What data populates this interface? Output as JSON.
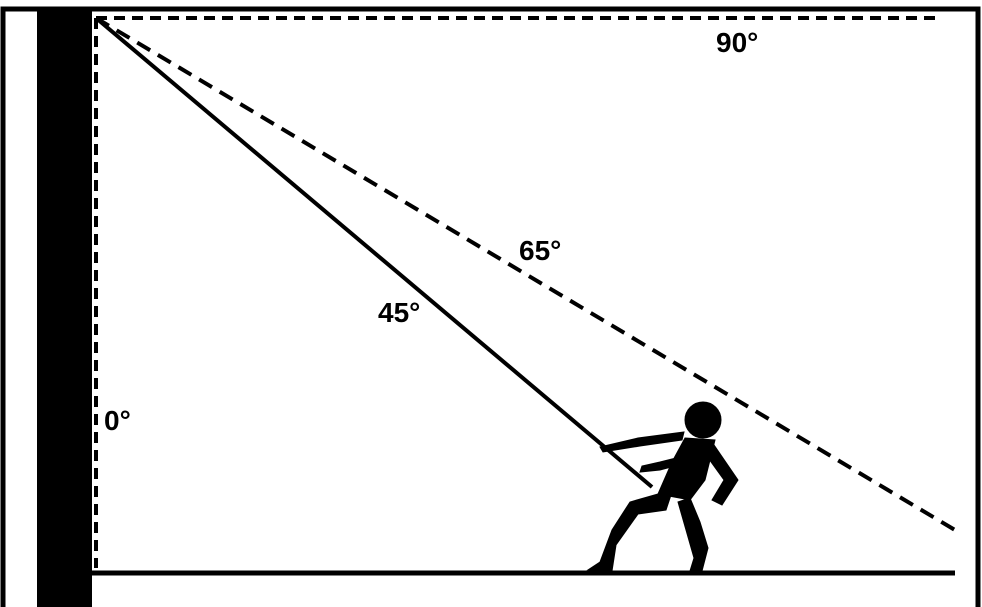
{
  "labels": {
    "angle_90": "90°",
    "angle_65": "65°",
    "angle_45": "45°",
    "angle_0": "0°"
  },
  "colors": {
    "ink": "#000000",
    "background": "#ffffff"
  }
}
